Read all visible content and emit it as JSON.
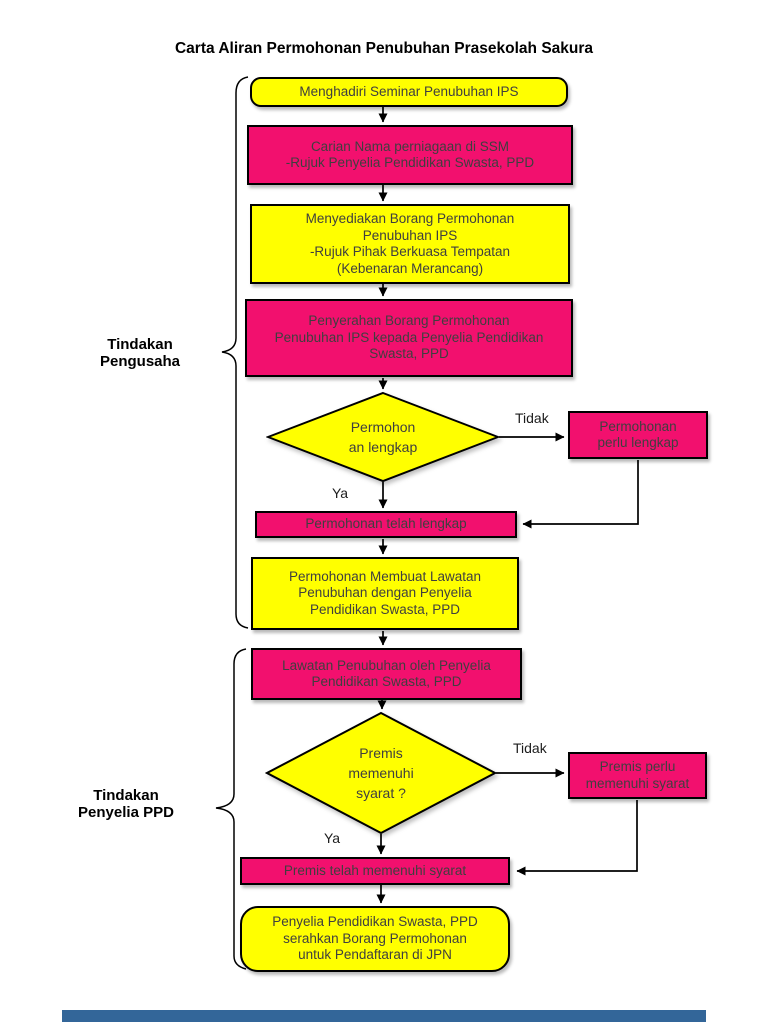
{
  "page": {
    "title": "Carta Aliran Permohonan Penubuhan Prasekolah Sakura"
  },
  "colors": {
    "yellow": "#ffff00",
    "pink": "#f2106e",
    "boxtext": "#3f3f3f",
    "barblue": "#336699"
  },
  "side_labels": {
    "pengusaha": {
      "lines": [
        "Tindakan",
        "Pengusaha"
      ]
    },
    "penyelia": {
      "lines": [
        "Tindakan",
        "Penyelia PPD"
      ]
    }
  },
  "nodes": {
    "seminar": {
      "lines": [
        "Menghadiri Seminar Penubuhan IPS"
      ]
    },
    "carian": {
      "lines": [
        "Carian Nama perniagaan di SSM",
        "-Rujuk Penyelia Pendidikan Swasta, PPD"
      ]
    },
    "borang": {
      "lines": [
        "Menyediakan Borang Permohonan",
        "Penubuhan IPS",
        "-Rujuk Pihak Berkuasa Tempatan",
        "(Kebenaran Merancang)"
      ]
    },
    "penyerahan": {
      "lines": [
        "Penyerahan  Borang Permohonan",
        "Penubuhan IPS kepada Penyelia Pendidikan",
        "Swasta, PPD"
      ]
    },
    "decision1": {
      "lines": [
        "Permohon",
        "an lengkap"
      ]
    },
    "perlu_lengkap": {
      "lines": [
        "Permohonan",
        "perlu lengkap"
      ]
    },
    "telah_lengkap": {
      "lines": [
        "Permohonan telah lengkap"
      ]
    },
    "lawatan_plan": {
      "lines": [
        "Permohonan Membuat Lawatan",
        "Penubuhan dengan Penyelia",
        "Pendidikan Swasta, PPD"
      ]
    },
    "lawatan": {
      "lines": [
        "Lawatan Penubuhan oleh Penyelia",
        "Pendidikan Swasta, PPD"
      ]
    },
    "decision2": {
      "lines": [
        "Premis",
        "memenuhi",
        "syarat ?"
      ]
    },
    "premis_perlu": {
      "lines": [
        "Premis perlu",
        "memenuhi syarat"
      ]
    },
    "premis_telah": {
      "lines": [
        "Premis telah memenuhi syarat"
      ]
    },
    "serahan": {
      "lines": [
        "Penyelia Pendidikan Swasta, PPD",
        "serahkan Borang Permohonan",
        "untuk Pendaftaran di JPN"
      ]
    }
  },
  "edge_labels": {
    "tidak1": "Tidak",
    "ya1": "Ya",
    "tidak2": "Tidak",
    "ya2": "Ya"
  }
}
